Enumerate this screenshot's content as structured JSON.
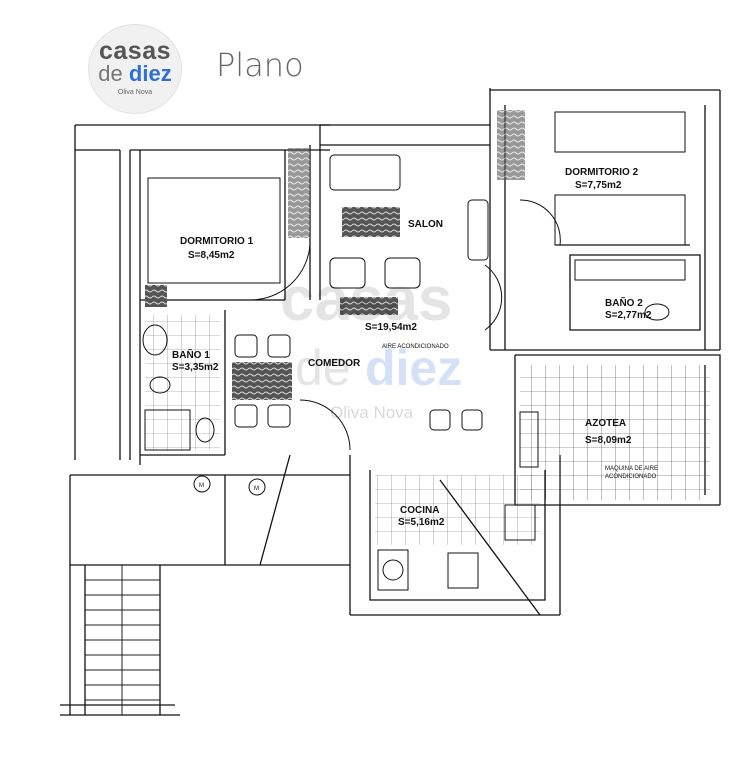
{
  "header": {
    "logo": {
      "line1": "casas",
      "line2a": "de",
      "line2b": "diez",
      "line3": "Oliva Nova"
    },
    "title": "Plano"
  },
  "plan": {
    "rooms": [
      {
        "name": "DORMITORIO 1",
        "area": "S=8,45m2"
      },
      {
        "name": "SALON",
        "area": "S=19,54m2"
      },
      {
        "name": "COMEDOR",
        "area": ""
      },
      {
        "name": "DORMITORIO 2",
        "area": "S=7,75m2"
      },
      {
        "name": "BAÑO 1",
        "area": "S=3,35m2"
      },
      {
        "name": "BAÑO 2",
        "area": "S=2,77m2"
      },
      {
        "name": "AZOTEA",
        "area": "S=8,09m2"
      },
      {
        "name": "COCINA",
        "area": "S=5,16m2"
      }
    ],
    "notes": {
      "aire": "AIRE ACONDICIONADO",
      "maquina1": "MAQUINA DE AIRE",
      "maquina2": "ACONDICIONADO",
      "meter": "M"
    },
    "watermark": {
      "line1": "casas",
      "line2a": "de",
      "line2b": "diez",
      "line3": "Oliva Nova"
    }
  }
}
